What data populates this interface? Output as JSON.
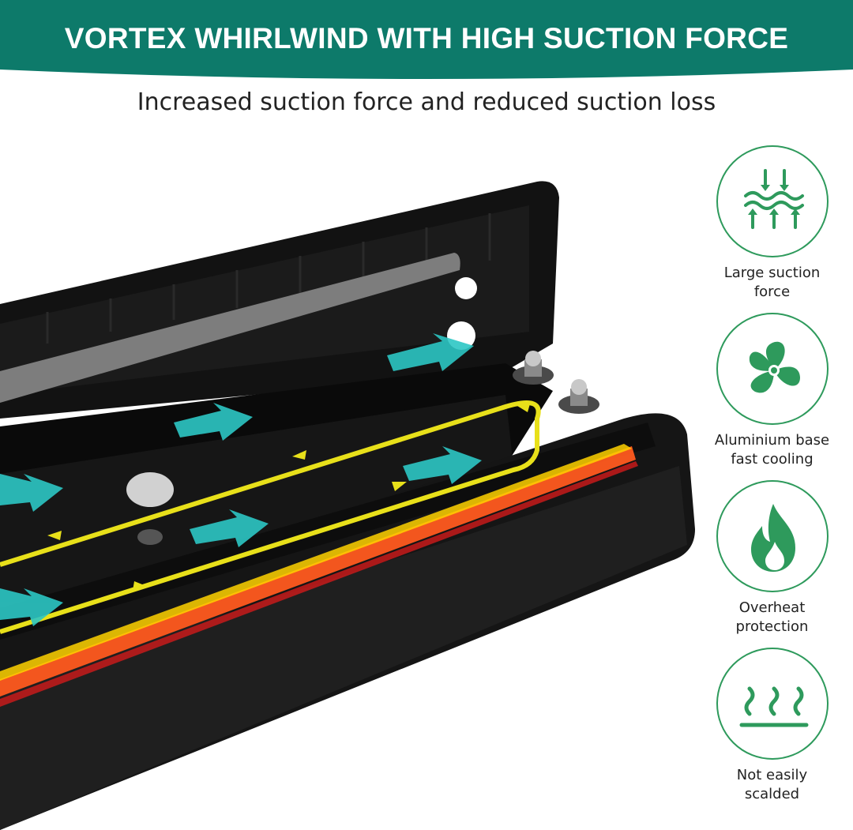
{
  "header": {
    "title": "VORTEX WHIRLWIND WITH HIGH SUCTION FORCE",
    "subtitle": "Increased suction force and reduced suction loss",
    "banner_color": "#0d7a6a"
  },
  "features": [
    {
      "icon": "suction-waves-icon",
      "line1": "Large suction",
      "line2": "force"
    },
    {
      "icon": "fan-icon",
      "line1": "Aluminium base",
      "line2": "fast cooling"
    },
    {
      "icon": "flame-icon",
      "line1": "Overheat",
      "line2": "protection"
    },
    {
      "icon": "heat-waves-icon",
      "line1": "Not easily",
      "line2": "scalded"
    }
  ],
  "colors": {
    "icon_green": "#2e9a5c",
    "airflow_cyan": "#2cc7c4",
    "path_yellow": "#e8e01a",
    "heating_orange": "#ff5a1f"
  }
}
